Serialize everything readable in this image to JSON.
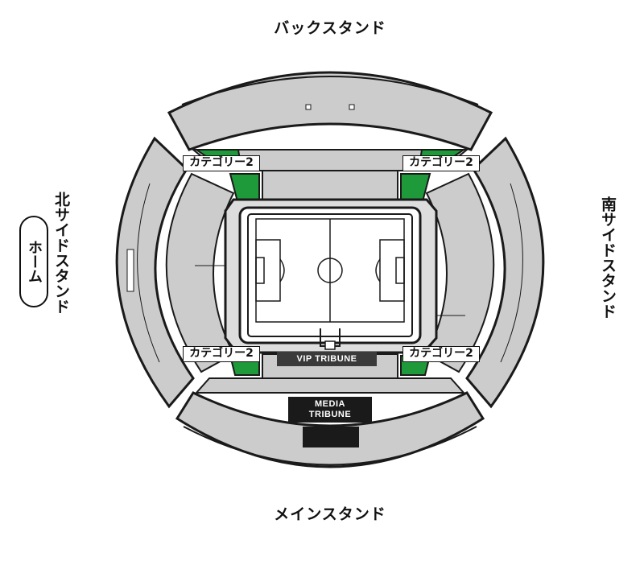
{
  "stands": {
    "back": "バックスタンド",
    "main": "メインスタンド",
    "north": "北サイドスタンド",
    "south": "南サイドスタンド"
  },
  "home_label": "ホーム",
  "category_labels": [
    "カテゴリー2",
    "カテゴリー2",
    "カテゴリー2",
    "カテゴリー2"
  ],
  "vip_tribune": "VIP TRIBUNE",
  "media_tribune": {
    "line1": "MEDIA",
    "line2": "TRIBUNE"
  },
  "colors": {
    "category_2": "#1f9a3a",
    "stand_fill": "#cccccc",
    "outline": "#1a1a1a",
    "pitch": "#ffffff"
  }
}
